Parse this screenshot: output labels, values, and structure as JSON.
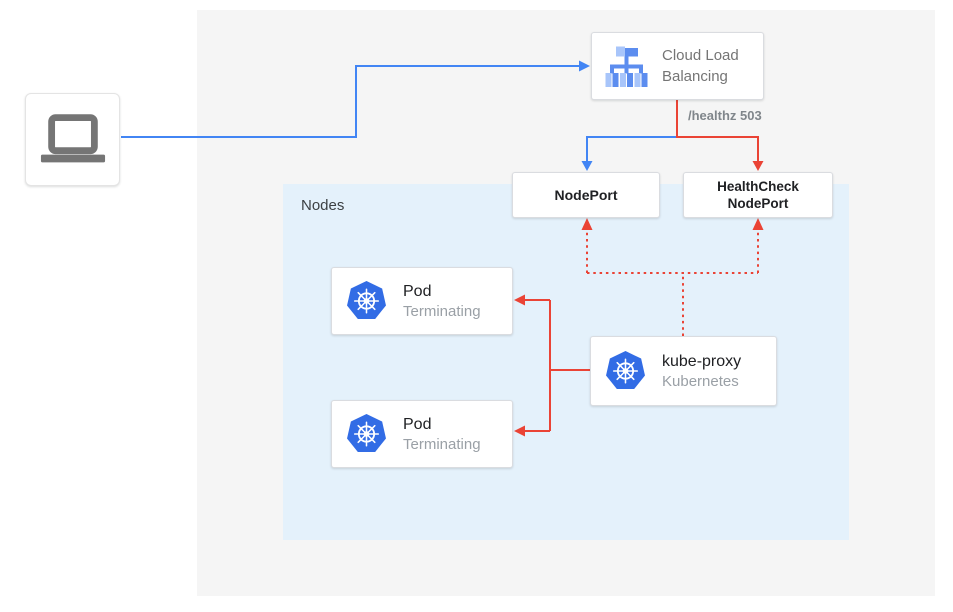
{
  "colors": {
    "traffic_blue": "#4285F4",
    "health_red": "#EA4335",
    "panel_gray": "#F5F5F5",
    "nodes_fill": "#E4F1FB",
    "kubernetes_blue": "#326CE5",
    "lb_icon_mid_blue": "#5C8DEF",
    "lb_icon_light_blue": "#A8C5FA",
    "laptop_gray": "#757575"
  },
  "icons": {
    "client": "laptop-icon",
    "load_balancer": "cloud-load-balancing-icon",
    "pod": "kubernetes-icon",
    "kube_proxy": "kubernetes-icon"
  },
  "load_balancer": {
    "label": "Cloud Load Balancing"
  },
  "edge_label": "/healthz 503",
  "node_port": {
    "label": "NodePort"
  },
  "health_check_node_port": {
    "line1": "HealthCheck",
    "line2": "NodePort"
  },
  "nodes_group": {
    "label": "Nodes"
  },
  "pods": [
    {
      "title": "Pod",
      "status": "Terminating"
    },
    {
      "title": "Pod",
      "status": "Terminating"
    }
  ],
  "kube_proxy": {
    "title": "kube-proxy",
    "subtitle": "Kubernetes"
  }
}
